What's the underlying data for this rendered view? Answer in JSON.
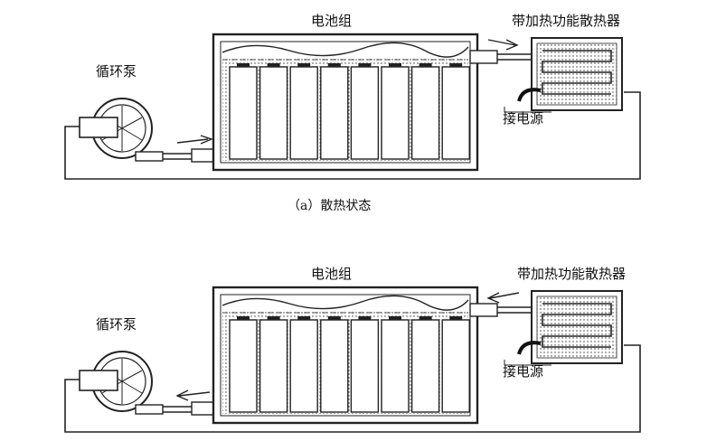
{
  "diagrams": [
    {
      "battery_label": "电池组",
      "pump_label": "循环泵",
      "radiator_label": "带加热功能散热器",
      "power_label": "接电源",
      "caption": "（a）散热状态",
      "flow_direction": "right"
    },
    {
      "battery_label": "电池组",
      "pump_label": "循环泵",
      "radiator_label": "带加热功能散热器",
      "power_label": "接电源",
      "caption": "",
      "flow_direction": "left"
    }
  ],
  "colors": {
    "line": "#222222",
    "background": "#ffffff"
  }
}
